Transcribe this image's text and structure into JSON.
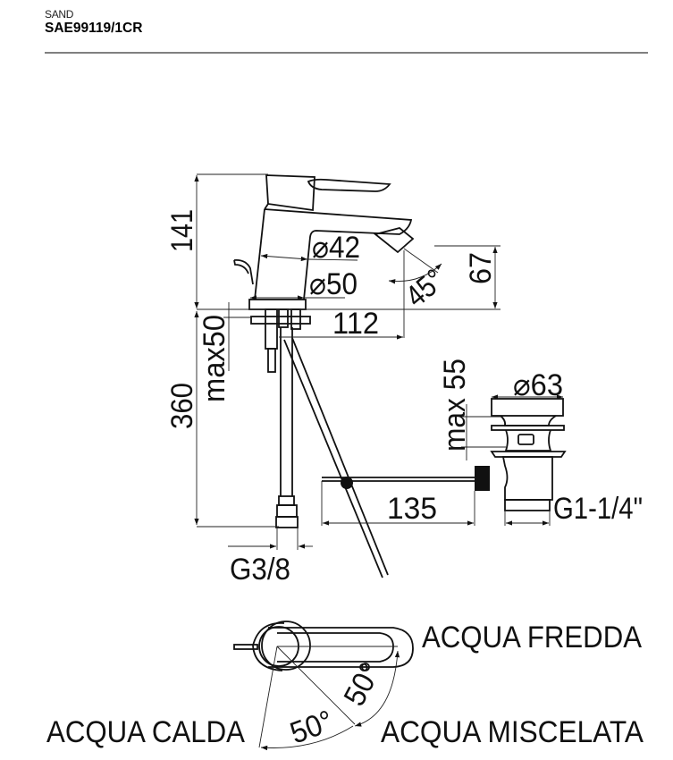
{
  "header": {
    "series": "SAND",
    "product_code": "SAE99119/1CR"
  },
  "dimensions": {
    "height_total": "141",
    "diameter_body_top": "⌀42",
    "diameter_body_base": "⌀50",
    "spout_reach": "112",
    "spout_height": "67",
    "spout_angle": "45°",
    "max_deck_thickness": "max50",
    "hose_length": "360",
    "drain_diameter": "⌀63",
    "drain_max": "max 55",
    "rod_length": "135",
    "drain_thread": "G1-1/4\"",
    "hose_thread": "G3/8"
  },
  "top_view": {
    "cold": "ACQUA FREDDA",
    "hot": "ACQUA CALDA",
    "mixed": "ACQUA MISCELATA",
    "angle_hot": "50°",
    "angle_cold": "50°"
  }
}
